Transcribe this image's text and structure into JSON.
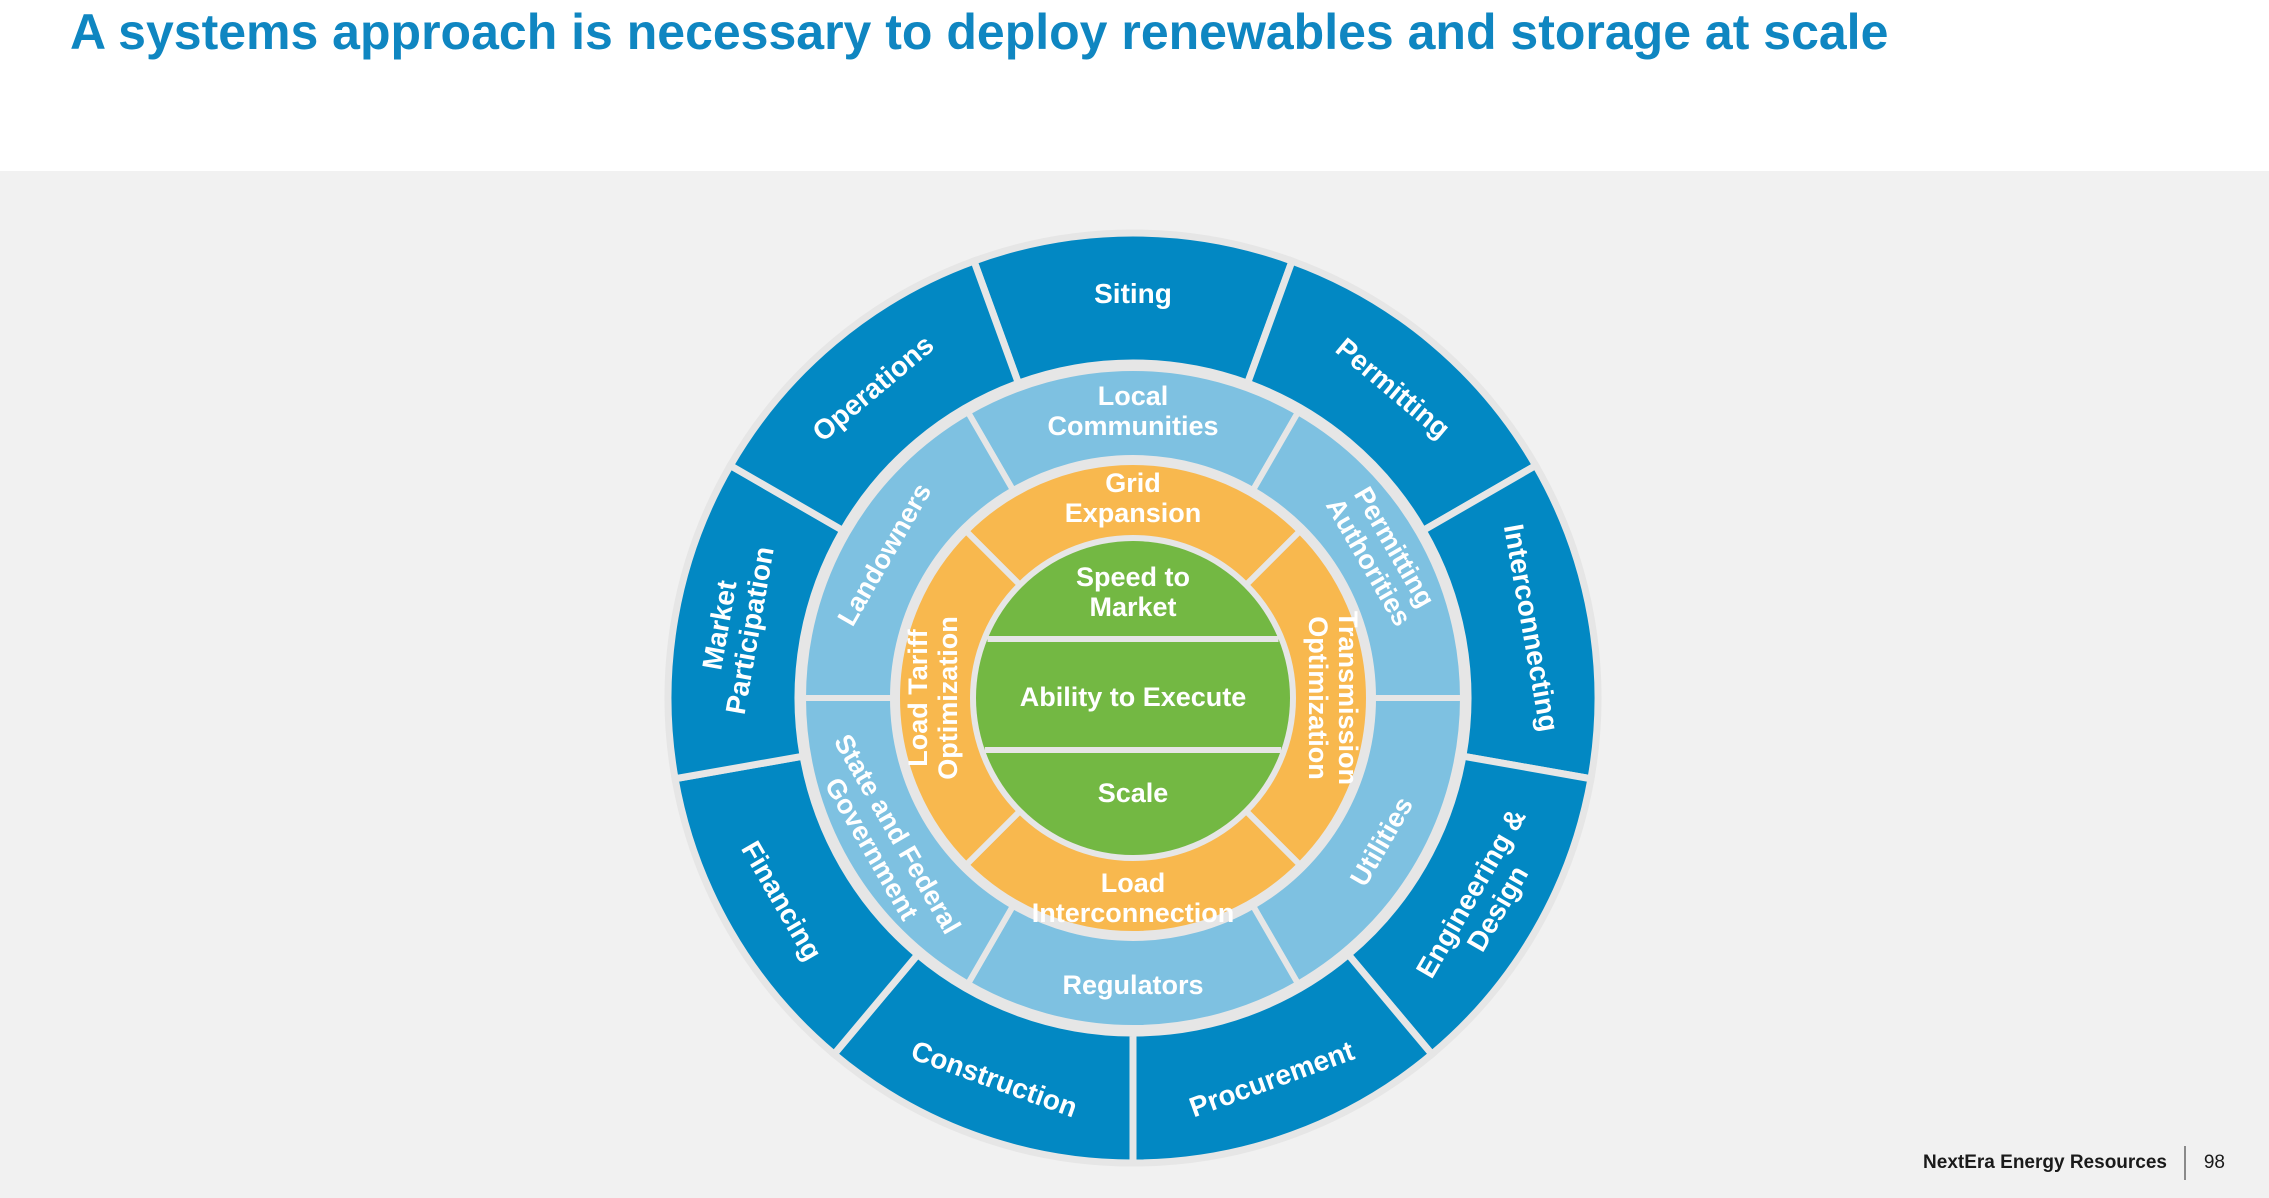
{
  "title": "A systems approach is necessary to deploy renewables and storage at scale",
  "colors": {
    "outer": "#0288c3",
    "middle": "#7ec1e1",
    "inner": "#f8b84e",
    "core": "#73b843",
    "separator": "#e6e6e6",
    "title": "#0f86c1",
    "background": "#f1f1f1"
  },
  "rings": {
    "outer": [
      {
        "label": "Siting"
      },
      {
        "label": "Permitting"
      },
      {
        "label": "Interconnecting"
      },
      {
        "label": "Engineering & Design"
      },
      {
        "label": "Procurement"
      },
      {
        "label": "Construction"
      },
      {
        "label": "Financing"
      },
      {
        "label": "Market Participation"
      },
      {
        "label": "Operations"
      }
    ],
    "middle": [
      {
        "label": "Local Communities"
      },
      {
        "label": "Permitting Authorities"
      },
      {
        "label": "Utilities"
      },
      {
        "label": "Regulators"
      },
      {
        "label": "State and Federal Government"
      },
      {
        "label": "Landowners"
      }
    ],
    "inner": [
      {
        "label": "Grid Expansion"
      },
      {
        "label": "Transmission Optimization"
      },
      {
        "label": "Load Interconnection"
      },
      {
        "label": "Load Tariff Optimization"
      }
    ],
    "core": [
      {
        "label": "Speed to Market"
      },
      {
        "label": "Ability to Execute"
      },
      {
        "label": "Scale"
      }
    ]
  },
  "footer": {
    "company": "NextEra Energy Resources",
    "page": "98"
  }
}
